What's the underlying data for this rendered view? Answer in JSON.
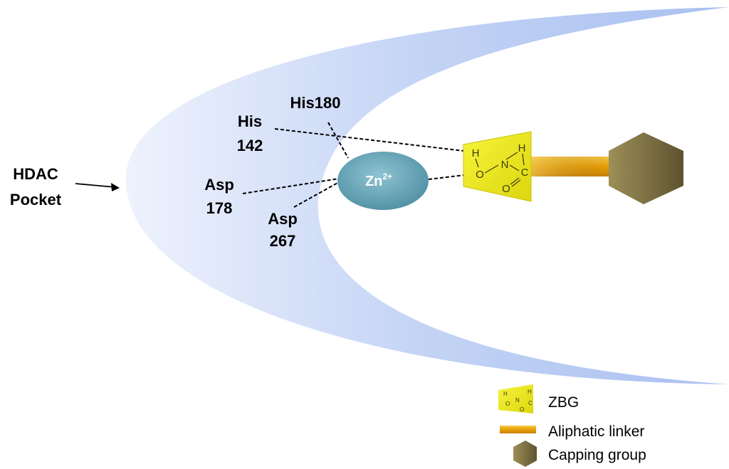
{
  "pocket_label": [
    "HDAC",
    "Pocket"
  ],
  "residues": {
    "his180": [
      "His180"
    ],
    "his142": [
      "His",
      "142"
    ],
    "asp178": [
      "Asp",
      "178"
    ],
    "asp267": [
      "Asp",
      "267"
    ]
  },
  "zinc": {
    "symbol": "Zn",
    "charge": "2+"
  },
  "zbg_atoms": {
    "h1": "H",
    "o1": "O",
    "n": "N",
    "h2": "H",
    "c": "C",
    "o2": "O"
  },
  "legend": [
    {
      "key": "zbg",
      "label": "ZBG"
    },
    {
      "key": "linker",
      "label": "Aliphatic linker"
    },
    {
      "key": "cap",
      "label": "Capping group"
    }
  ],
  "colors": {
    "pocket": "#b9ccf2",
    "zinc": "#6aa7b8",
    "zbg": "#f2ef1c",
    "linker": "#f0a810",
    "cap": "#8c7e4c"
  }
}
